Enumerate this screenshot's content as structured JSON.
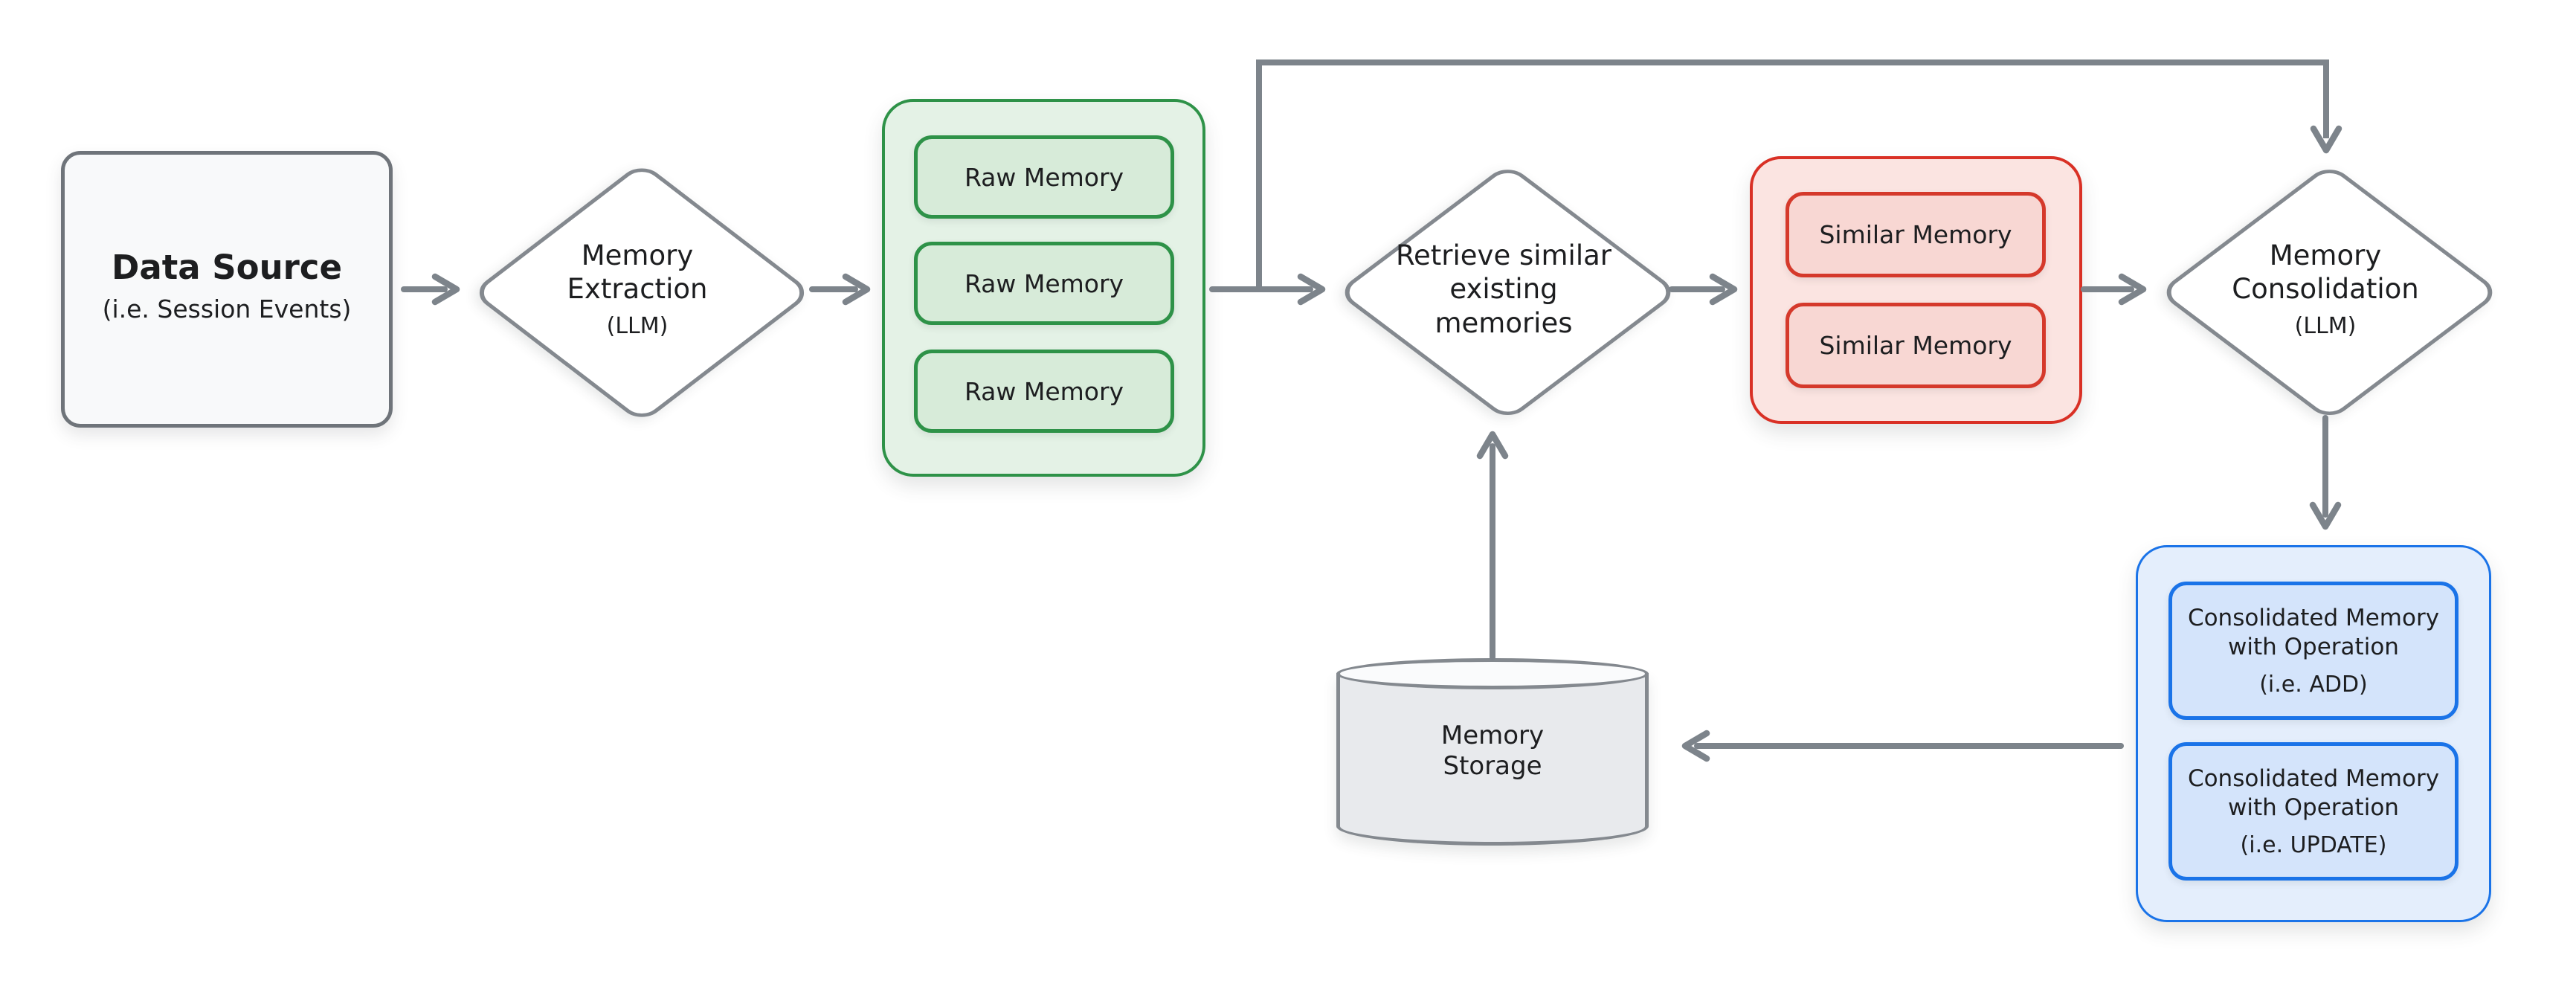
{
  "diagram": {
    "palette": {
      "background": "#ffffff",
      "ink": "#1d1e20",
      "arrow": "#7d848b",
      "neutral_border": "#84898f",
      "neutral_fill": "#f8f9fa",
      "green_border": "#2e9248",
      "green_container_fill": "#e4f2e6",
      "green_item_fill": "#d7ebd9",
      "red_border": "#d93025",
      "red_container_fill": "#fbe4e1",
      "red_item_fill": "#f8d7d3",
      "blue_border": "#1a73e8",
      "blue_container_fill": "#e4eefc",
      "blue_item_fill": "#d4e4fb",
      "cylinder_fill": "#e8eaed"
    },
    "nodes": {
      "data_source": {
        "title": "Data Source",
        "subtitle": "(i.e. Session Events)"
      },
      "memory_extraction": {
        "title": "Memory\nExtraction",
        "subtitle": "(LLM)"
      },
      "raw_memory_group": {
        "items": [
          "Raw Memory",
          "Raw Memory",
          "Raw Memory"
        ]
      },
      "retrieve_similar": {
        "title": "Retrieve similar\nexisting\nmemories"
      },
      "similar_memory_group": {
        "items": [
          "Similar Memory",
          "Similar Memory"
        ]
      },
      "memory_consolidation": {
        "title": "Memory\nConsolidation",
        "subtitle": "(LLM)"
      },
      "consolidated_group": {
        "items": [
          {
            "title": "Consolidated Memory\nwith Operation",
            "subtitle": "(i.e. ADD)"
          },
          {
            "title": "Consolidated Memory\nwith Operation",
            "subtitle": "(i.e. UPDATE)"
          }
        ]
      },
      "memory_storage": {
        "title": "Memory\nStorage"
      }
    },
    "edges": [
      {
        "from": "data-source",
        "to": "memory-extraction"
      },
      {
        "from": "memory-extraction",
        "to": "raw-memory-group"
      },
      {
        "from": "raw-memory-group",
        "to": "retrieve-similar"
      },
      {
        "from": "raw-memory-group",
        "to": "memory-consolidation",
        "note": "feedback line across top"
      },
      {
        "from": "retrieve-similar",
        "to": "similar-memory-group"
      },
      {
        "from": "similar-memory-group",
        "to": "memory-consolidation"
      },
      {
        "from": "memory-consolidation",
        "to": "consolidated-group"
      },
      {
        "from": "consolidated-group",
        "to": "memory-storage"
      },
      {
        "from": "memory-storage",
        "to": "retrieve-similar"
      }
    ]
  }
}
